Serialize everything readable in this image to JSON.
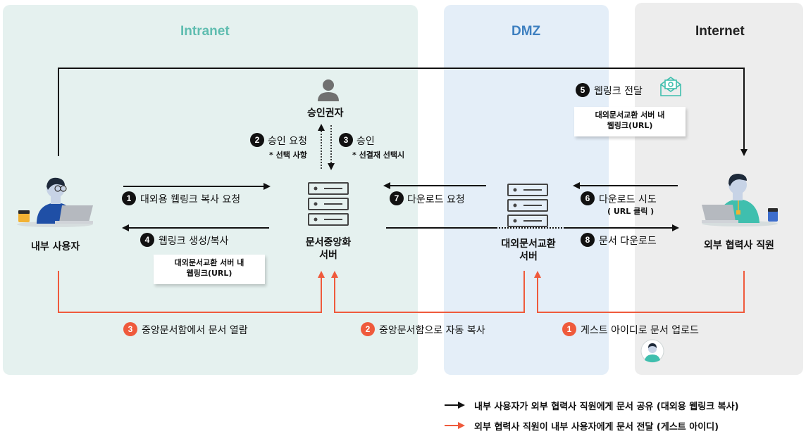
{
  "zones": {
    "intranet": {
      "title": "Intranet",
      "bg": "#e5f1ef",
      "title_color": "#5fbdb0"
    },
    "dmz": {
      "title": "DMZ",
      "bg": "#e4eef8",
      "title_color": "#3d7fc0"
    },
    "internet": {
      "title": "Internet",
      "bg": "#ededed",
      "title_color": "#222222"
    }
  },
  "nodes": {
    "internal_user": "내부 사용자",
    "approver": "승인권자",
    "central_server": {
      "line1": "문서중앙화",
      "line2": "서버"
    },
    "exchange_server": {
      "line1": "대외문서교환",
      "line2": "서버"
    },
    "external_staff": "외부 협력사 직원"
  },
  "steps": {
    "s1": {
      "num": "1",
      "label": "대외용 웹링크 복사 요청"
    },
    "s2": {
      "num": "2",
      "label": "승인 요청",
      "sub": "* 선택 사항"
    },
    "s3": {
      "num": "3",
      "label": "승인",
      "sub": "* 선결재 선택시"
    },
    "s4": {
      "num": "4",
      "label": "웹링크 생성/복사"
    },
    "s5": {
      "num": "5",
      "label": "웹링크 전달"
    },
    "s6": {
      "num": "6",
      "label": "다운로드 시도",
      "sub": "( URL 클릭 )"
    },
    "s7": {
      "num": "7",
      "label": "다운로드 요청"
    },
    "s8": {
      "num": "8",
      "label": "문서 다운로드"
    },
    "o1": {
      "num": "1",
      "label": "게스트 아이디로 문서 업로드"
    },
    "o2": {
      "num": "2",
      "label": "중앙문서함으로 자동 복사"
    },
    "o3": {
      "num": "3",
      "label": "중앙문서함에서 문서 열람"
    }
  },
  "notes": {
    "left": {
      "line1": "대외문서교환 서버 내",
      "line2": "웹링크(URL)"
    },
    "right": {
      "line1": "대외문서교환 서버 내",
      "line2": "웹링크(URL)"
    }
  },
  "legend": {
    "black": "내부 사용자가 외부 협력사 직원에게 문서 공유 (대외용 웹링크 복사)",
    "orange": "외부 협력사 직원이 내부 사용자에게 문서 전달 (게스트 아이디)"
  },
  "colors": {
    "flow_black": "#111111",
    "flow_orange": "#ef5a3c",
    "server_icon": "#444444"
  },
  "icons": [
    "person-icon",
    "server-icon",
    "email-icon",
    "guest-avatar-icon",
    "user-laptop-illustration"
  ]
}
